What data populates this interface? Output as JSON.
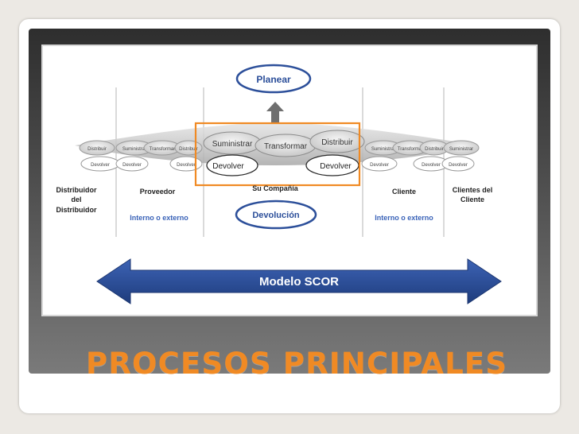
{
  "slide": {
    "title": "PROCESOS PRINCIPALES"
  },
  "diagram": {
    "planear": "Planear",
    "devolucion": "Devolución",
    "modelo": "Modelo SCOR",
    "center": {
      "suministrar": "Suministrar",
      "transformar": "Transformar",
      "distribuir": "Distribuir",
      "devolver_left": "Devolver",
      "devolver_right": "Devolver"
    },
    "small": {
      "distribuir": "Distribuir",
      "suministrar": "Suministrar",
      "transformar": "Transformar",
      "devolver": "Devolver"
    },
    "columns": {
      "distribuidor_line1": "Distribuidor",
      "distribuidor_line2": "del",
      "distribuidor_line3": "Distribuidor",
      "proveedor": "Proveedor",
      "compania": "Su Compañía",
      "cliente": "Cliente",
      "clientes_line1": "Clientes del",
      "clientes_line2": "Cliente"
    },
    "interno_externo": "Interno o externo"
  },
  "colors": {
    "accent": "#f08a24",
    "arrow_blue": "#2c4f9a",
    "ellipse_gray": "#cfcfcf",
    "ellipse_stroke": "#9a9a9a"
  }
}
